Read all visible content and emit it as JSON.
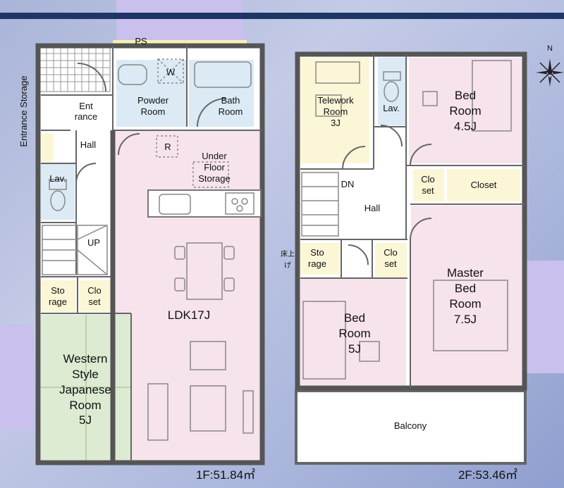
{
  "colors": {
    "background": "#aab4dc",
    "accent_bar": "#1f3566",
    "wall": "#555555",
    "pink": "#f6e3ec",
    "blue": "#dbeaf5",
    "yellow": "#fbf6d6",
    "green": "#dcebd1",
    "white": "#ffffff"
  },
  "floor1": {
    "area_label": "1F:51.84㎡",
    "rooms": {
      "ps": "PS",
      "w": "W",
      "powder": [
        "Powder",
        "Room"
      ],
      "bath": [
        "Bath",
        "Room"
      ],
      "entrance_storage": "Entrance Storage",
      "entrance": [
        "Ent",
        "rance"
      ],
      "hall": "Hall",
      "r": "R",
      "under_floor": [
        "Under",
        "Floor",
        "Storage"
      ],
      "lav": "Lav.",
      "up": "UP",
      "ldk": "LDK17J",
      "storage": [
        "Sto",
        "rage"
      ],
      "closet": [
        "Clo",
        "set"
      ],
      "japanese": [
        "Western",
        "Style",
        "Japanese",
        "Room",
        "5J"
      ]
    }
  },
  "floor2": {
    "area_label": "2F:53.46㎡",
    "rooms": {
      "telework": [
        "Telework",
        "Room",
        "3J"
      ],
      "lav": "Lav.",
      "bed45": [
        "Bed",
        "Room",
        "4.5J"
      ],
      "dn": "DN",
      "hall": "Hall",
      "closet_small": [
        "Clo",
        "set"
      ],
      "closet_wide": "Closet",
      "storage": [
        "Sto",
        "rage"
      ],
      "closet_mid": [
        "Clo",
        "set"
      ],
      "floor_note": [
        "床上",
        "げ"
      ],
      "master": [
        "Master",
        "Bed",
        "Room",
        "7.5J"
      ],
      "bed5": [
        "Bed",
        "Room",
        "5J"
      ],
      "balcony": "Balcony"
    }
  },
  "compass": {
    "north_label": "N",
    "icon": "compass-icon"
  }
}
